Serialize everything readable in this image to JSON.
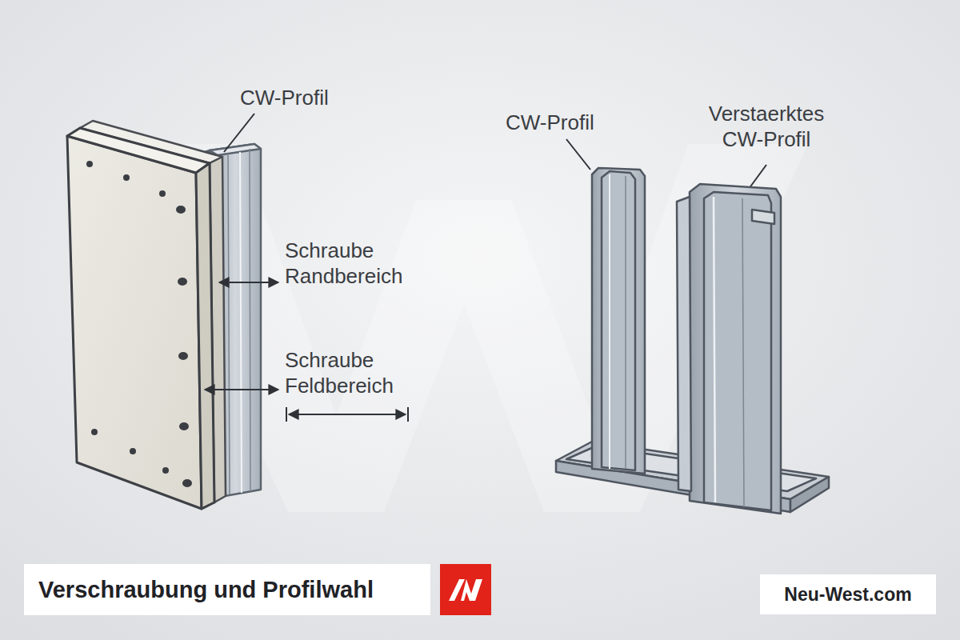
{
  "diagram": {
    "title": "Verschraubung und Profilwahl",
    "labels": [
      "CW-Profil",
      "Schraube Randbereich",
      "Schraube Feldbereich",
      "CW-Profil",
      "Verstaerktes CW-Profil",
      "Neu-West.com"
    ]
  }
}
